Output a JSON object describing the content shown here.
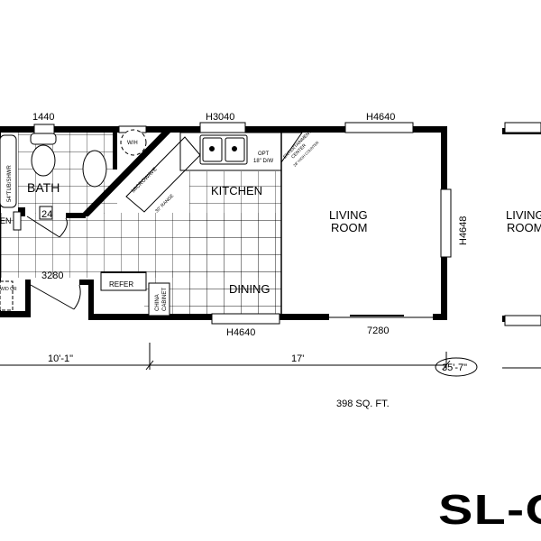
{
  "rooms": {
    "bath": "BATH",
    "kitchen": "KITCHEN",
    "dining": "DINING",
    "living": [
      "LIVING",
      "ROOM"
    ],
    "living_partial": [
      "LIVING",
      "ROOM"
    ],
    "linen_partial": "EN"
  },
  "fixtures": {
    "tub": "54\"TUB/SHWR",
    "wh": "W/H",
    "microwave": "MICROWAVE",
    "range": "30\" RANGE",
    "dishwasher": [
      "OPT",
      "18\" D/W"
    ],
    "entertainment": [
      "ENTERTAINMENT",
      "CENTER",
      "28\" HIGH COUNTER"
    ],
    "refer": "REFER",
    "china": [
      "CHINA",
      "CABINET"
    ],
    "washer": "W/D OR",
    "box_24": "24"
  },
  "openings": {
    "w1440": "1440",
    "h3040": "H3040",
    "h4640_top": "H4640",
    "h4648": "H4648",
    "h4640_bottom": "H4640",
    "door_7280": "7280",
    "door_3280": "3280"
  },
  "dimensions": {
    "left": "10'-1\"",
    "right": "17'",
    "total": "35'-7\""
  },
  "area": "398 SQ. FT.",
  "model": "SL-C"
}
